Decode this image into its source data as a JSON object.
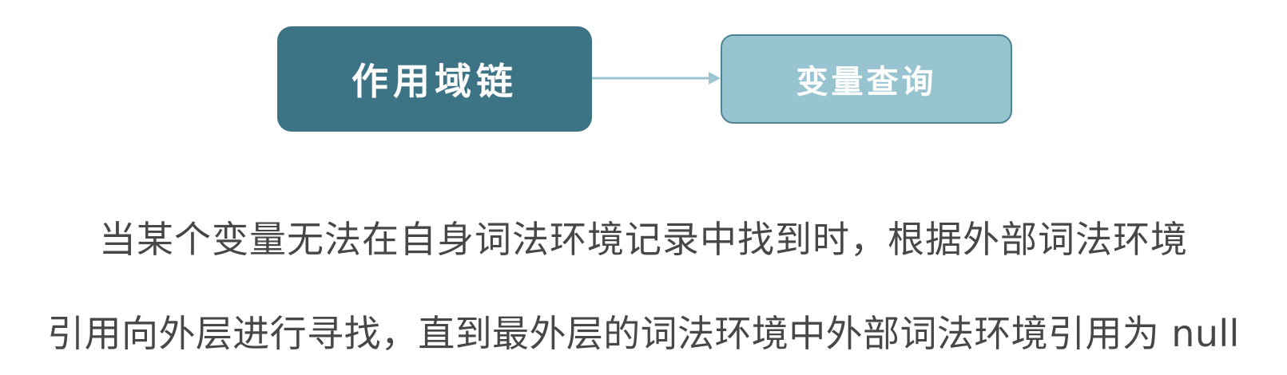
{
  "diagram": {
    "nodes": [
      {
        "id": "scope-chain",
        "label": "作用域链"
      },
      {
        "id": "variable-lookup",
        "label": "变量查询"
      }
    ],
    "edges": [
      {
        "from": "scope-chain",
        "to": "variable-lookup"
      }
    ]
  },
  "description": {
    "line1": "当某个变量无法在自身词法环境记录中找到时，根据外部词法环境",
    "line2": "引用向外层进行寻找，直到最外层的词法环境中外部词法环境引用为 null"
  },
  "colors": {
    "primary_node": "#3d7485",
    "secondary_node": "#97c4d0",
    "secondary_border": "#4d8494",
    "connector": "#9cc6d2",
    "text": "#474747"
  }
}
